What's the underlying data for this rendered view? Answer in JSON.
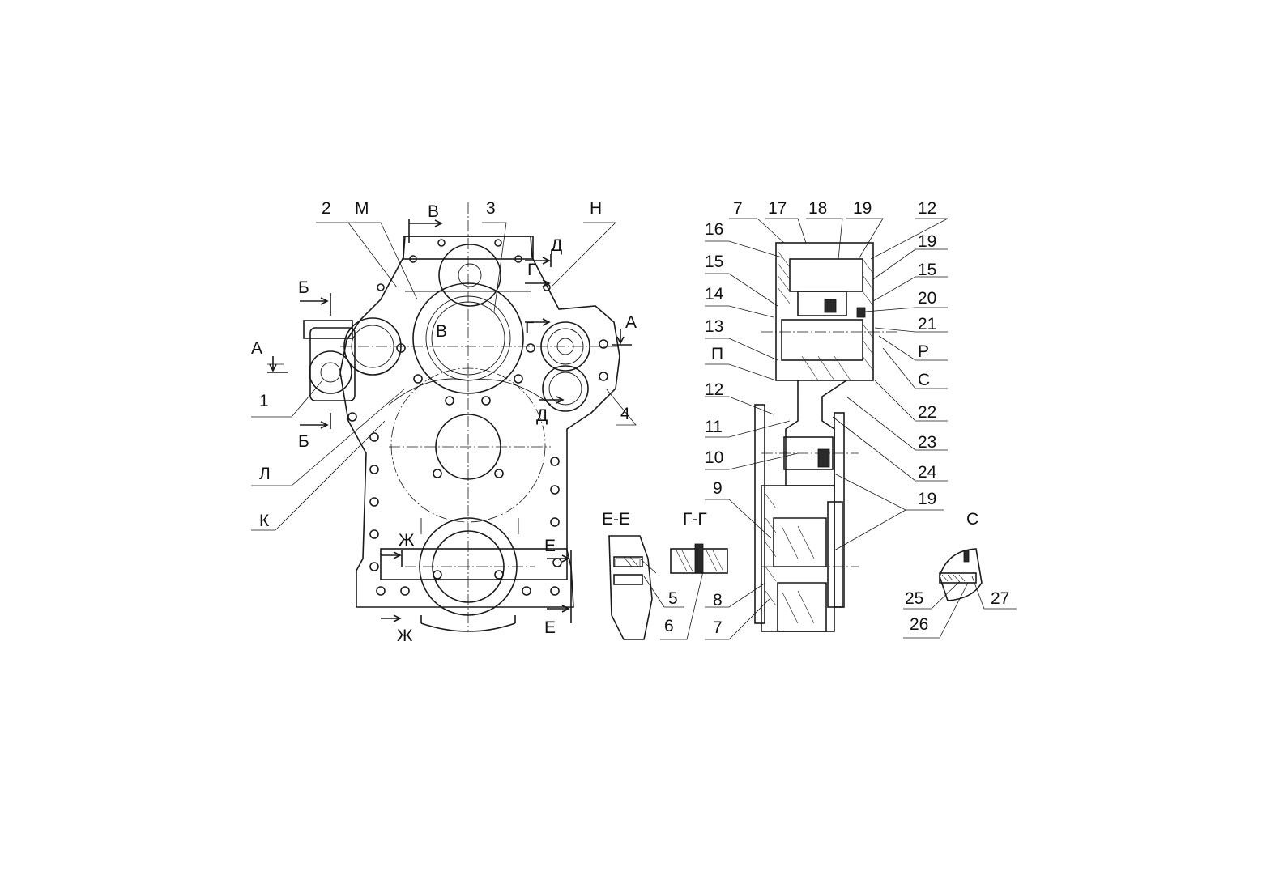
{
  "front_view": {
    "part_labels": [
      "1",
      "2",
      "3",
      "4"
    ],
    "zone_labels": [
      "М",
      "Н",
      "Л",
      "К"
    ],
    "section_marks": [
      {
        "letter": "А",
        "count": 2
      },
      {
        "letter": "Б",
        "count": 2
      },
      {
        "letter": "В",
        "count": 2
      },
      {
        "letter": "Г",
        "count": 2
      },
      {
        "letter": "Д",
        "count": 2
      },
      {
        "letter": "Е",
        "count": 2
      },
      {
        "letter": "Ж",
        "count": 2
      }
    ]
  },
  "section_ee": {
    "title": "Е-Е",
    "part_labels": [
      "5"
    ]
  },
  "section_gg": {
    "title": "Г-Г",
    "part_labels": [
      "6"
    ]
  },
  "side_section": {
    "part_labels": [
      "7",
      "17",
      "18",
      "19",
      "12",
      "16",
      "19",
      "15",
      "15",
      "20",
      "14",
      "21",
      "13",
      "Р",
      "П",
      "С",
      "12",
      "22",
      "23",
      "11",
      "24",
      "10",
      "9",
      "19",
      "8",
      "7"
    ]
  },
  "detail_c": {
    "title": "С",
    "part_labels": [
      "25",
      "26",
      "27"
    ]
  }
}
